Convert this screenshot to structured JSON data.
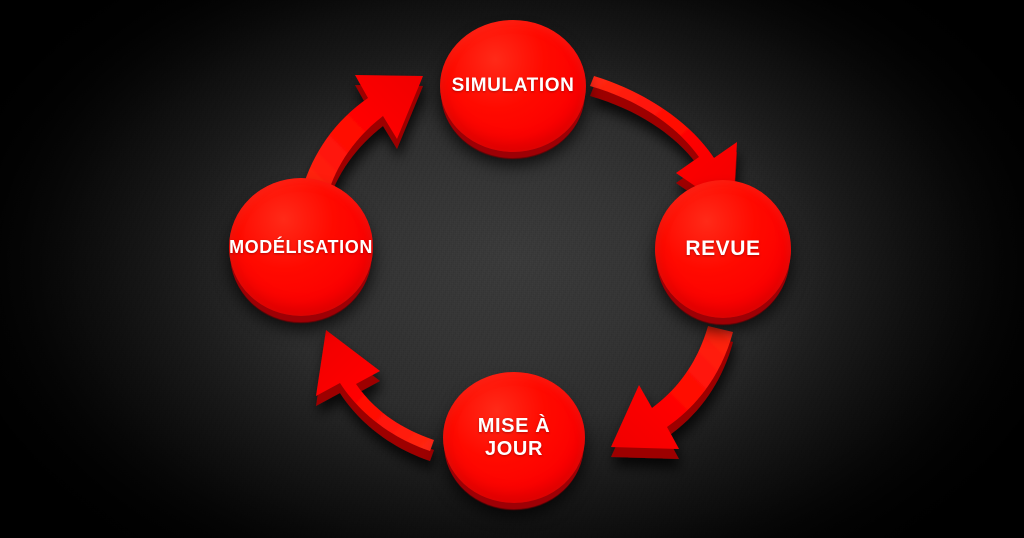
{
  "diagram": {
    "type": "cyclic-process-diagram",
    "title_visible": false,
    "language": "fr",
    "direction": "clockwise",
    "background_color": "#2e2e2e",
    "node_color": "#ff0000",
    "node_shadow_color": "#9e0005",
    "label_color": "#ffffff",
    "arrow_color": "#ff0000",
    "arrow_edge_color": "#a00005",
    "nodes": [
      {
        "id": "simulation",
        "label": "SIMULATION",
        "position": "top",
        "order": 1
      },
      {
        "id": "revue",
        "label": "REVUE",
        "position": "right",
        "order": 2
      },
      {
        "id": "mise-a-jour",
        "label": "MISE À JOUR",
        "label_line1": "MISE À",
        "label_line2": "JOUR",
        "position": "bottom",
        "order": 3
      },
      {
        "id": "modelisation",
        "label": "MODÉLISATION",
        "position": "left",
        "order": 4
      }
    ],
    "arrows": [
      {
        "id": "arrow-simulation-to-revue",
        "from": "simulation",
        "to": "revue",
        "name": "arrow-top-right"
      },
      {
        "id": "arrow-revue-to-mise-a-jour",
        "from": "revue",
        "to": "mise-a-jour",
        "name": "arrow-bottom-right"
      },
      {
        "id": "arrow-mise-a-jour-to-modelisation",
        "from": "mise-a-jour",
        "to": "modelisation",
        "name": "arrow-bottom-left"
      },
      {
        "id": "arrow-modelisation-to-simulation",
        "from": "modelisation",
        "to": "simulation",
        "name": "arrow-top-left"
      }
    ]
  }
}
